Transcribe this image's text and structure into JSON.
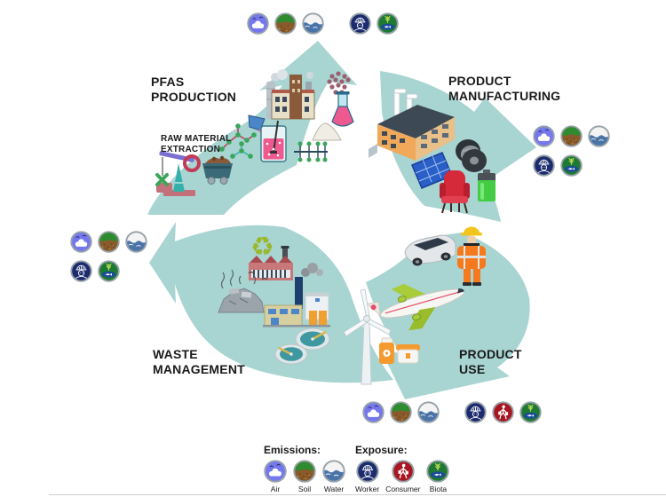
{
  "diagram": {
    "stages": [
      {
        "id": "pfas-production",
        "title_lines": [
          "PFAS",
          "PRODUCTION"
        ],
        "subsection": {
          "title_lines": [
            "RAW MATERIAL",
            "EXTRACTION"
          ]
        },
        "illustrations": [
          "oil-pumpjack",
          "mine-cart",
          "molecules",
          "pouring-cup",
          "mixing-beaker",
          "chemical-factory",
          "flask",
          "powder-pile",
          "polymer-chain",
          "particle-cluster"
        ]
      },
      {
        "id": "product-manufacturing",
        "title_lines": [
          "PRODUCT",
          "MANUFACTURING"
        ],
        "illustrations": [
          "manufacturing-plant",
          "wire-spool",
          "solar-panel",
          "armchair",
          "battery"
        ]
      },
      {
        "id": "product-use",
        "title_lines": [
          "PRODUCT",
          "USE"
        ],
        "illustrations": [
          "car",
          "worker-figure",
          "airplane",
          "wind-turbine",
          "cosmetics"
        ]
      },
      {
        "id": "waste-management",
        "title_lines": [
          "WASTE",
          "MANAGEMENT"
        ],
        "illustrations": [
          "recycling-symbol",
          "recycling-plant",
          "landfill",
          "incinerator",
          "treatment-tanks"
        ]
      }
    ]
  },
  "icon_clusters": [
    {
      "id": "top",
      "stage": "pfas-production",
      "rows": [
        [
          "air",
          "soil",
          "water",
          "gap",
          "worker",
          "biota"
        ]
      ]
    },
    {
      "id": "right",
      "stage": "product-manufacturing",
      "rows": [
        [
          "air",
          "soil",
          "water"
        ],
        [
          "worker",
          "biota"
        ]
      ]
    },
    {
      "id": "bottom",
      "stage": "product-use",
      "rows": [
        [
          "air",
          "soil",
          "water",
          "gap",
          "worker",
          "consumer",
          "biota"
        ]
      ]
    },
    {
      "id": "left",
      "stage": "waste-management",
      "rows": [
        [
          "air",
          "soil",
          "water"
        ],
        [
          "worker",
          "biota"
        ]
      ]
    }
  ],
  "legend": {
    "emissions": {
      "title": "Emissions:",
      "items": [
        {
          "id": "air",
          "label": "Air"
        },
        {
          "id": "soil",
          "label": "Soil"
        },
        {
          "id": "water",
          "label": "Water"
        }
      ]
    },
    "exposure": {
      "title": "Exposure:",
      "items": [
        {
          "id": "worker",
          "label": "Worker"
        },
        {
          "id": "consumer",
          "label": "Consumer"
        },
        {
          "id": "biota",
          "label": "Biota"
        }
      ]
    }
  },
  "colors": {
    "arrow": "#a8d4d2",
    "air": "#7577ee",
    "soil_green": "#2f8b2f",
    "soil_brown": "#8a5a2a",
    "water_blue": "#4a74a8",
    "worker_navy": "#1c2b6e",
    "consumer_red": "#a81622",
    "biota_green": "#1e7a33",
    "biota_band": "#1c4a9a",
    "badge_ring": "#98a2a8"
  }
}
